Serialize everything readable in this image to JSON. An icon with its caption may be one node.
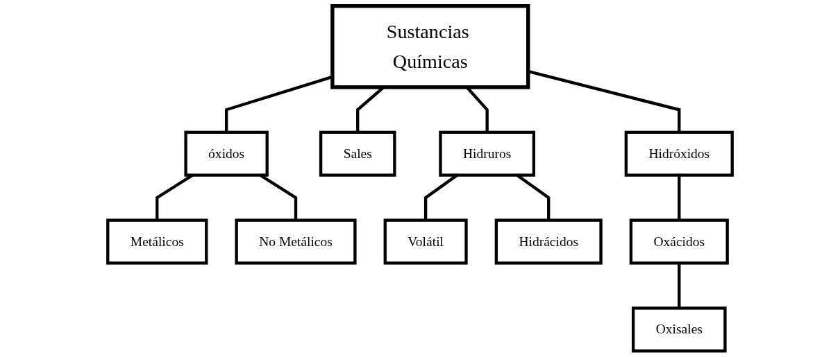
{
  "diagram": {
    "nodes": [
      {
        "text": [
          "Sustancias Químicas"
        ]
      },
      {
        "text": [
          "óxidos"
        ]
      },
      {
        "text": [
          "Sales"
        ]
      },
      {
        "text": [
          "Hidruros"
        ]
      },
      {
        "text": [
          "Hidróxidos"
        ]
      },
      {
        "text": [
          "Metálicos"
        ]
      },
      {
        "text": [
          "No Metálicos"
        ]
      },
      {
        "text": [
          "Volátil"
        ]
      },
      {
        "text": [
          "Hidrácidos"
        ]
      },
      {
        "text": [
          "Oxácidos"
        ]
      },
      {
        "text": [
          "Oxisales"
        ]
      }
    ],
    "edges": [
      {
        "from": 0,
        "to": 1,
        "arrow": "none"
      },
      {
        "from": 0,
        "to": 2,
        "arrow": "none"
      },
      {
        "from": 0,
        "to": 3,
        "arrow": "none"
      },
      {
        "from": 0,
        "to": 4,
        "arrow": "none"
      },
      {
        "from": 1,
        "to": 5,
        "arrow": "none"
      },
      {
        "from": 1,
        "to": 6,
        "arrow": "none"
      },
      {
        "from": 3,
        "to": 7,
        "arrow": "none"
      },
      {
        "from": 3,
        "to": 8,
        "arrow": "none"
      },
      {
        "from": 4,
        "to": 9,
        "arrow": "none"
      },
      {
        "from": 9,
        "to": 10,
        "arrow": "none"
      }
    ]
  }
}
